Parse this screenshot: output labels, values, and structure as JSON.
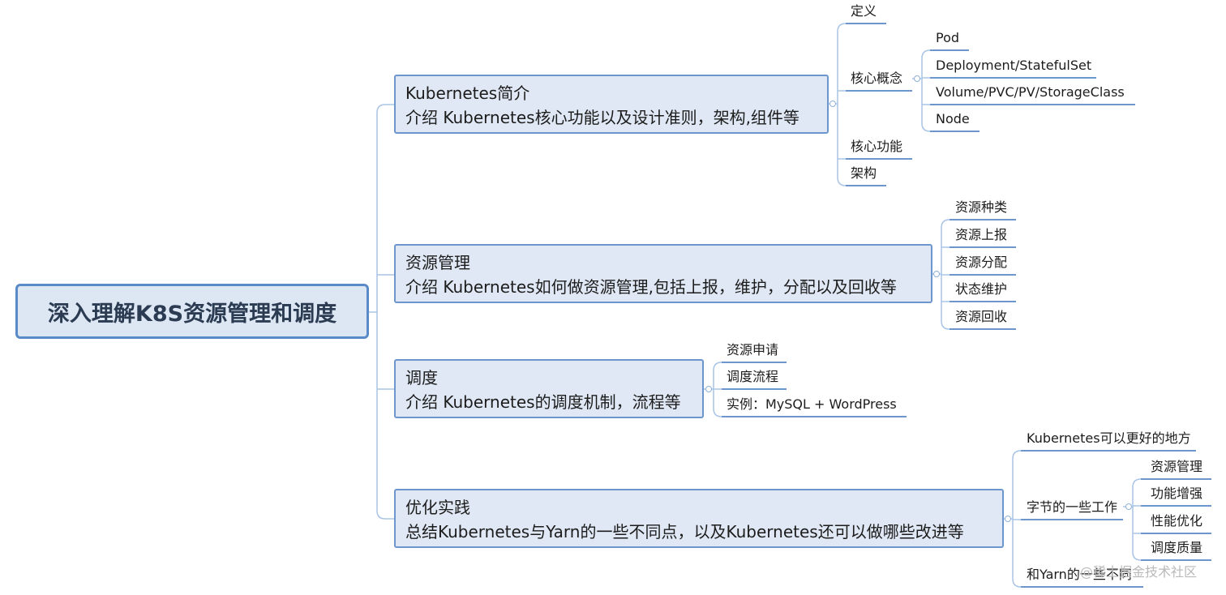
{
  "root": {
    "title": "深入理解K8S资源管理和调度"
  },
  "branches": [
    {
      "title": "Kubernetes简介",
      "desc": "介绍 Kubernetes核心功能以及设计准则，架构,组件等",
      "children": {
        "def": "定义",
        "concept": "核心概念",
        "concept_children": [
          "Pod",
          "Deployment/StatefulSet",
          "Volume/PVC/PV/StorageClass",
          "Node"
        ],
        "function": "核心功能",
        "arch": "架构"
      }
    },
    {
      "title": "资源管理",
      "desc": "介绍 Kubernetes如何做资源管理,包括上报，维护，分配以及回收等",
      "children": [
        "资源种类",
        "资源上报",
        "资源分配",
        "状态维护",
        "资源回收"
      ]
    },
    {
      "title": "调度",
      "desc": "介绍 Kubernetes的调度机制，流程等",
      "children": [
        "资源申请",
        "调度流程",
        "实例：MySQL + WordPress"
      ]
    },
    {
      "title": "优化实践",
      "desc": "总结Kubernetes与Yarn的一些不同点，以及Kubernetes还可以做哪些改进等",
      "children": {
        "better": "Kubernetes可以更好的地方",
        "bytedance": "字节的一些工作",
        "bytedance_children": [
          "资源管理",
          "功能增强",
          "性能优化",
          "调度质量"
        ],
        "yarn": "和Yarn的一些不同"
      }
    }
  ],
  "watermark": "@稀土掘金技术社区",
  "colors": {
    "connector": "#a9c4e6",
    "underline": "#6d97cc",
    "root_border": "#5b8ac8",
    "node_fill": "#dfe8f4"
  }
}
